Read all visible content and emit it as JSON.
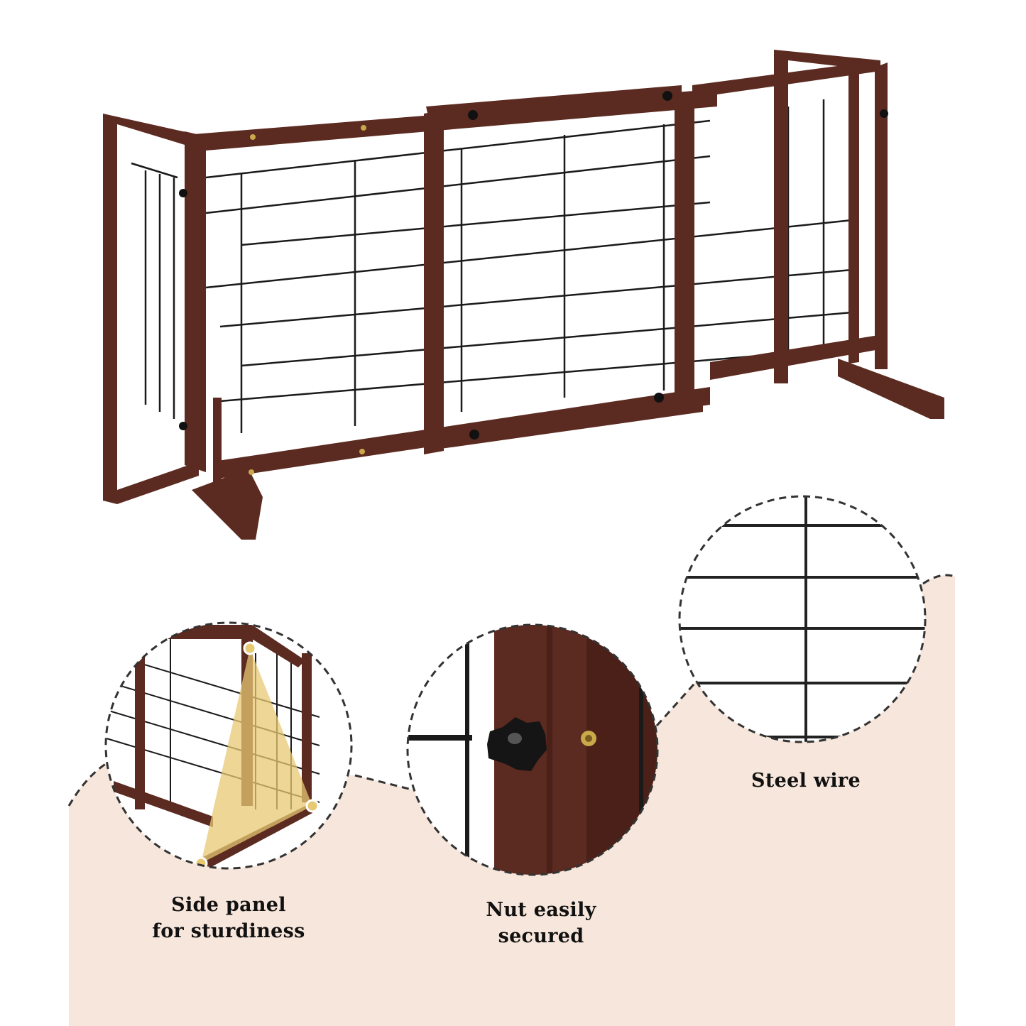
{
  "colors": {
    "wood": "#5b2a20",
    "wire": "#1a1a1a",
    "background_accent": "#f7e6db",
    "highlight": "#e7c873",
    "knob": "#151515"
  },
  "features": [
    {
      "icon": "side-panel-detail",
      "line1": "Side panel",
      "line2": "for sturdiness"
    },
    {
      "icon": "nut-knob-detail",
      "line1": "Nut easily",
      "line2": "secured"
    },
    {
      "icon": "steel-wire-detail",
      "line1": "Steel wire",
      "line2": ""
    }
  ]
}
